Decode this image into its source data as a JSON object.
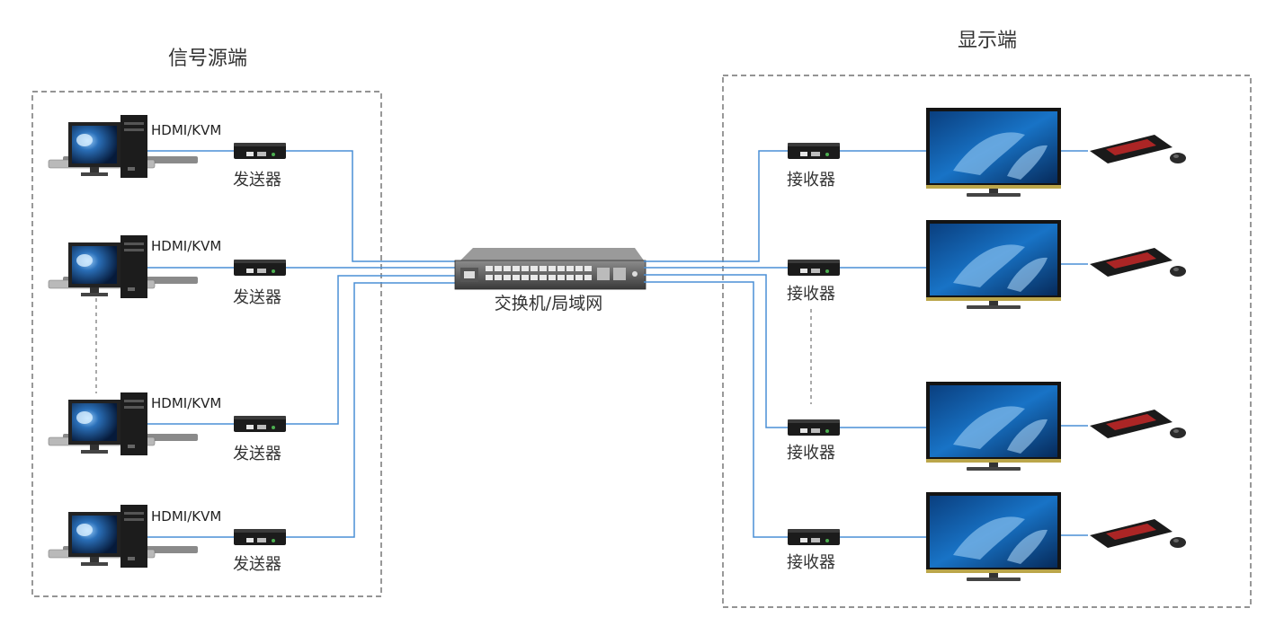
{
  "groups": {
    "source": {
      "title": "信号源端"
    },
    "display": {
      "title": "显示端"
    }
  },
  "sources": [
    {
      "port": "HDMI/KVM",
      "device": "发送器"
    },
    {
      "port": "HDMI/KVM",
      "device": "发送器"
    },
    {
      "port": "HDMI/KVM",
      "device": "发送器"
    },
    {
      "port": "HDMI/KVM",
      "device": "发送器"
    }
  ],
  "receivers": [
    {
      "device": "接收器"
    },
    {
      "device": "接收器"
    },
    {
      "device": "接收器"
    },
    {
      "device": "接收器"
    }
  ],
  "switch": {
    "label": "交换机/局域网"
  },
  "colors": {
    "cable": "#4a8fd6",
    "box_border": "#555555",
    "device_dark": "#1e1e1e",
    "screen_blue": "#0d4f9a",
    "keyboard_key": "#c62828"
  }
}
